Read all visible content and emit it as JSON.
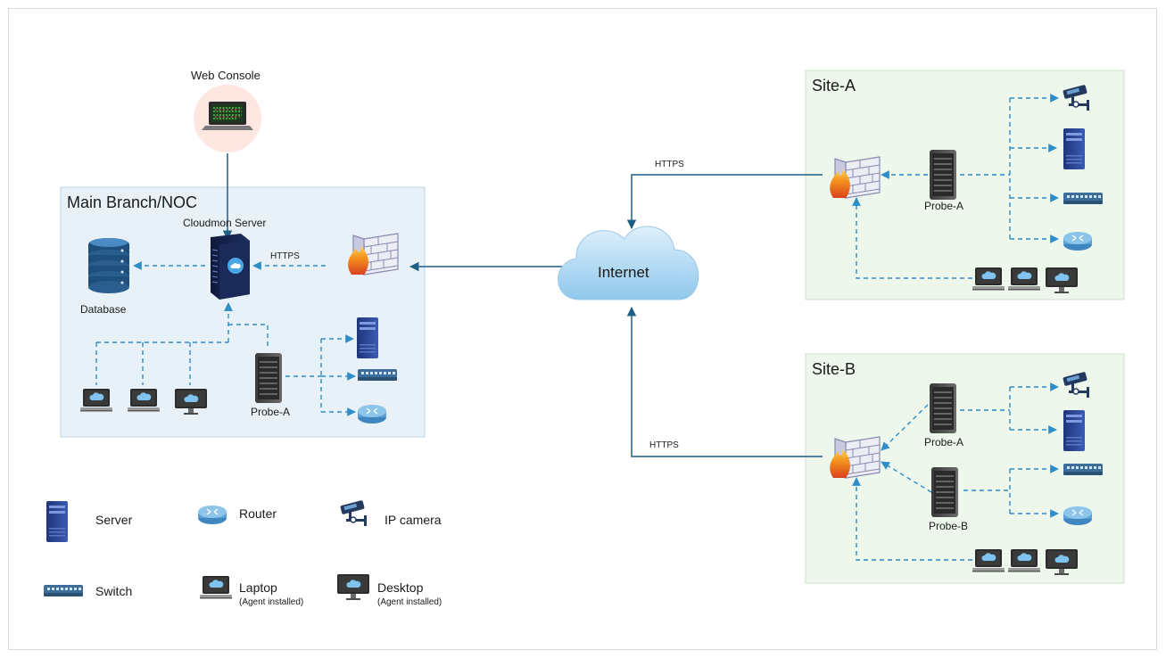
{
  "zones": {
    "main": "Main Branch/NOC",
    "site_a": "Site-A",
    "site_b": "Site-B"
  },
  "nodes": {
    "web_console": "Web Console",
    "cloudmon_server": "Cloudmon Server",
    "database": "Database",
    "internet": "Internet",
    "main_probe": "Probe-A",
    "site_a_probe": "Probe-A",
    "site_b_probe_a": "Probe-A",
    "site_b_probe_b": "Probe-B"
  },
  "links": {
    "main_https": "HTTPS",
    "site_a_https": "HTTPS",
    "site_b_https": "HTTPS"
  },
  "legend": {
    "server": "Server",
    "router": "Router",
    "ip_camera": "IP camera",
    "switch": "Switch",
    "laptop": "Laptop",
    "laptop_note": "(Agent installed)",
    "desktop": "Desktop",
    "desktop_note": "(Agent installed)"
  },
  "colors": {
    "arrow": "#1f5f86",
    "dashed": "#2e8cc9",
    "main_zone_bg": "#e9f1f8",
    "site_zone_bg": "#eef7ec",
    "server_blue": "#23397a",
    "device_blue": "#4a90c8"
  }
}
